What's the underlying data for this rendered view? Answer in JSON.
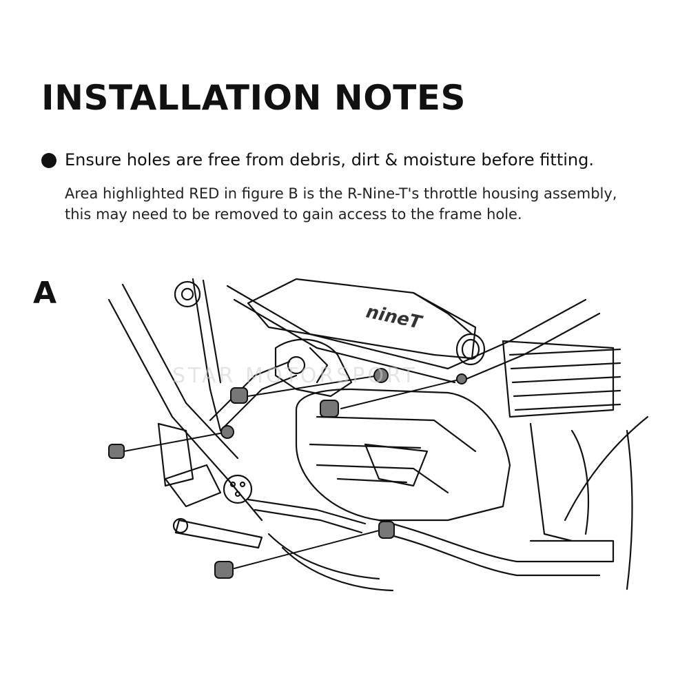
{
  "title": "INSTALLATION NOTES",
  "bullet": {
    "text": "Ensure holes are free from debris, dirt & moisture before fitting."
  },
  "note": {
    "line1": "Area highlighted RED in figure B is the R-Nine-T's throttle housing assembly,",
    "line2": "this may need to be removed to gain access to the frame hole."
  },
  "figure": {
    "label": "A",
    "logo": "nineT",
    "watermark": "STAR MOTORSPORT"
  }
}
